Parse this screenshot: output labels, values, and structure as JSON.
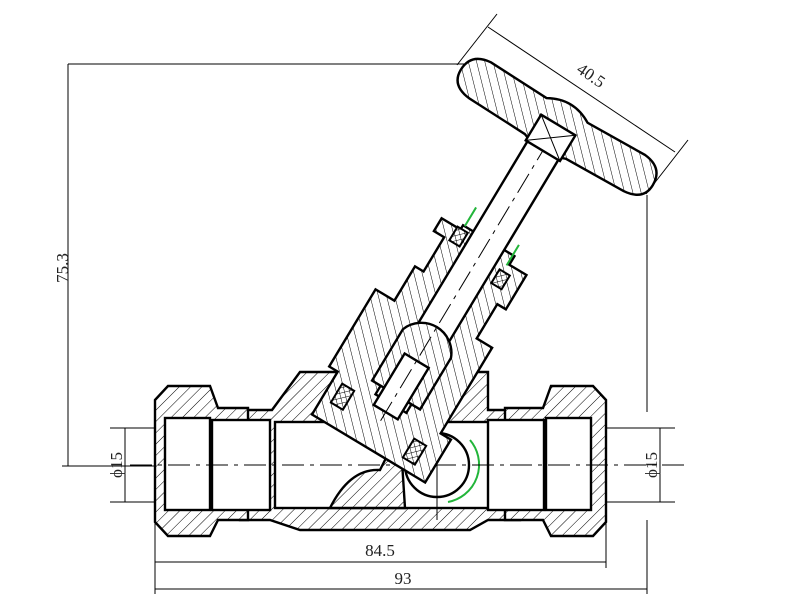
{
  "drawing": {
    "colors": {
      "line": "#000000",
      "highlight": "#22b53a",
      "background": "#ffffff"
    },
    "dimensions": {
      "handle_width": "40.5",
      "total_height": "75.3",
      "left_diameter": "ϕ15",
      "right_diameter": "ϕ15",
      "inner_length": "84.5",
      "overall_length": "93"
    }
  }
}
